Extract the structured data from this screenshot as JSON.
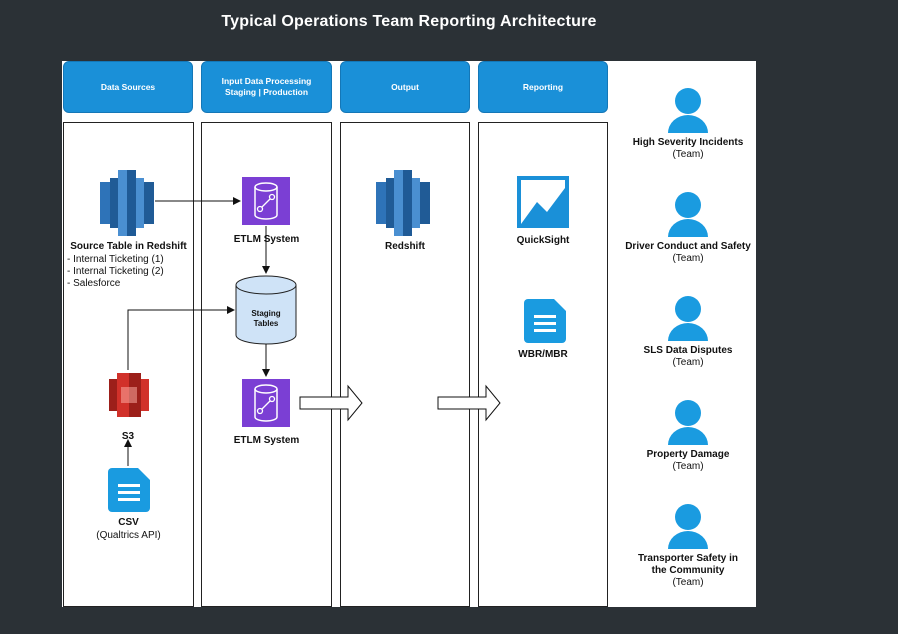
{
  "title": "Typical Operations Team Reporting Architecture",
  "columns": [
    {
      "label": "Data Sources"
    },
    {
      "label_line1": "Input Data Processing",
      "label_line2": "Staging | Production"
    },
    {
      "label": "Output"
    },
    {
      "label": "Reporting"
    }
  ],
  "nodes": {
    "source_table": {
      "title": "Source Table in Redshift",
      "items": [
        "- Internal Ticketing (1)",
        "- Internal Ticketing (2)",
        "- Salesforce"
      ]
    },
    "etlm1": {
      "title": "ETLM System"
    },
    "staging": {
      "line1": "Staging",
      "line2": "Tables"
    },
    "etlm2": {
      "title": "ETLM System"
    },
    "s3": {
      "title": "S3"
    },
    "csv": {
      "title": "CSV",
      "subtitle": "(Qualtrics API)"
    },
    "redshift": {
      "title": "Redshift"
    },
    "quicksight": {
      "title": "QuickSight"
    },
    "wbr": {
      "title": "WBR/MBR"
    }
  },
  "teams": [
    {
      "name": "High Severity Incidents",
      "tag": "(Team)"
    },
    {
      "name": "Driver Conduct and Safety",
      "tag": "(Team)"
    },
    {
      "name": "SLS Data Disputes",
      "tag": "(Team)"
    },
    {
      "name": "Property Damage",
      "tag": "(Team)"
    },
    {
      "name_line1": "Transporter Safety in",
      "name_line2": "the Community",
      "tag": "(Team)"
    }
  ],
  "colors": {
    "header_blue": "#1a90d8",
    "person_blue": "#1a9be0",
    "etlm_purple": "#7b3fd4",
    "s3_red": "#d1312a",
    "redshift_blue": "#2e73b8"
  }
}
